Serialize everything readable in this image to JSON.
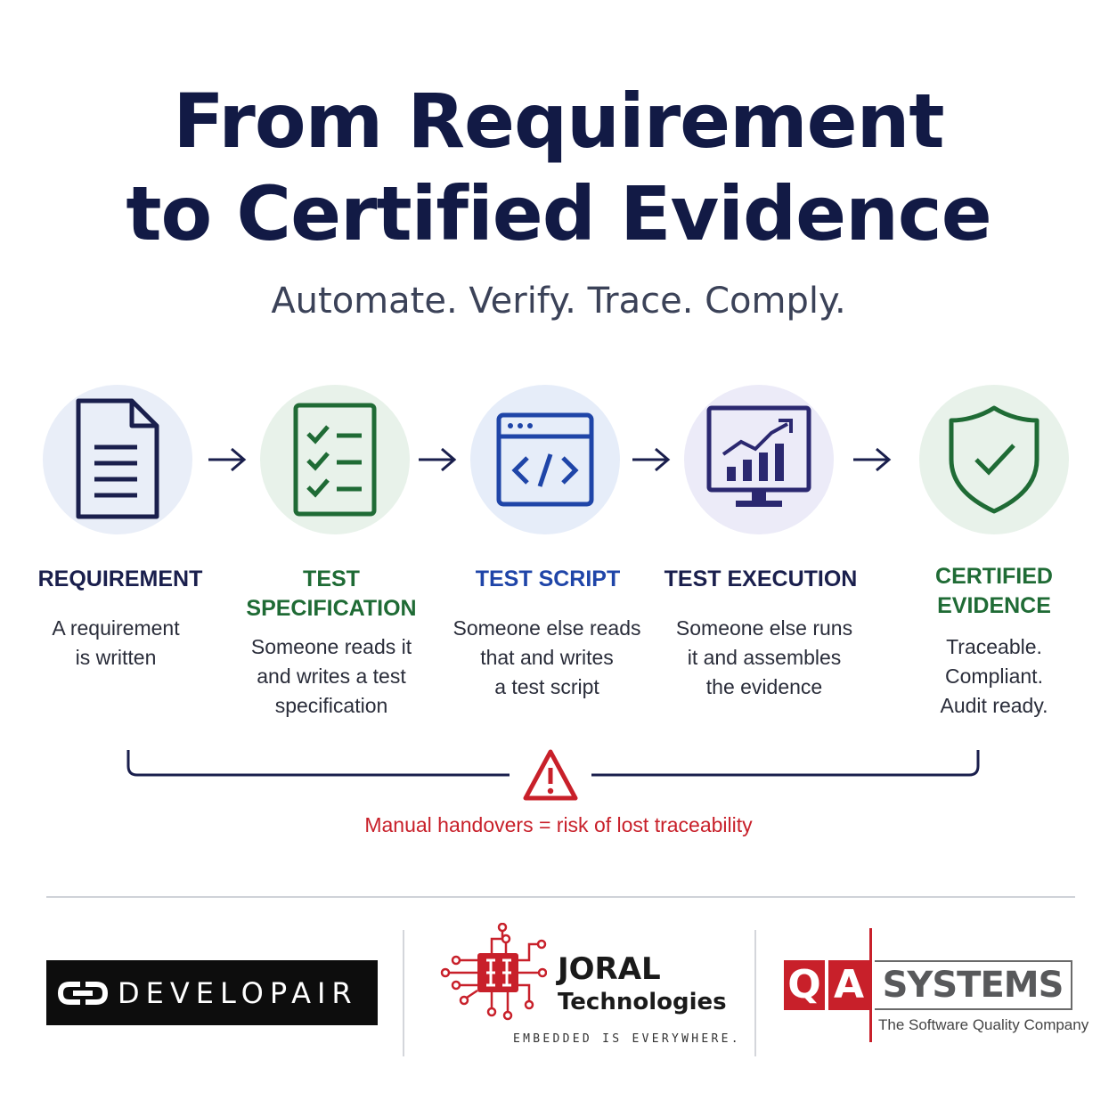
{
  "header": {
    "title_line1": "From Requirement",
    "title_line2": "to Certified Evidence",
    "subtitle": "Automate. Verify. Trace. Comply."
  },
  "steps": [
    {
      "title": "REQUIREMENT",
      "desc": [
        "A requirement",
        "is written"
      ],
      "icon": "document-icon"
    },
    {
      "title": [
        "TEST",
        "SPECIFICATION"
      ],
      "desc": [
        "Someone reads it",
        "and writes a test",
        "specification"
      ],
      "icon": "checklist-icon"
    },
    {
      "title": "TEST SCRIPT",
      "desc": [
        "Someone else reads",
        "that and writes",
        "a test script"
      ],
      "icon": "code-window-icon"
    },
    {
      "title": "TEST EXECUTION",
      "desc": [
        "Someone else runs",
        "it and assembles",
        "the evidence"
      ],
      "icon": "monitor-chart-icon"
    },
    {
      "title": [
        "CERTIFIED",
        "EVIDENCE"
      ],
      "desc": [
        "Traceable.",
        "Compliant.",
        "Audit ready."
      ],
      "icon": "shield-check-icon"
    }
  ],
  "risk": {
    "text": "Manual handovers = risk of lost traceability",
    "icon": "warning-triangle-icon"
  },
  "logos": {
    "developair": {
      "word": "DEVELOPAIR"
    },
    "joral": {
      "name": "JORAL",
      "sub": "Technologies",
      "tagline": "EMBEDDED IS EVERYWHERE."
    },
    "qa": {
      "q": "Q",
      "a": "A",
      "systems": "SYSTEMS",
      "tagline": "The Software Quality Company"
    }
  },
  "colors": {
    "navy": "#1a1f4d",
    "green": "#1f6b35",
    "blue": "#1f45a8",
    "purple": "#2b2870",
    "red": "#c8202a"
  }
}
